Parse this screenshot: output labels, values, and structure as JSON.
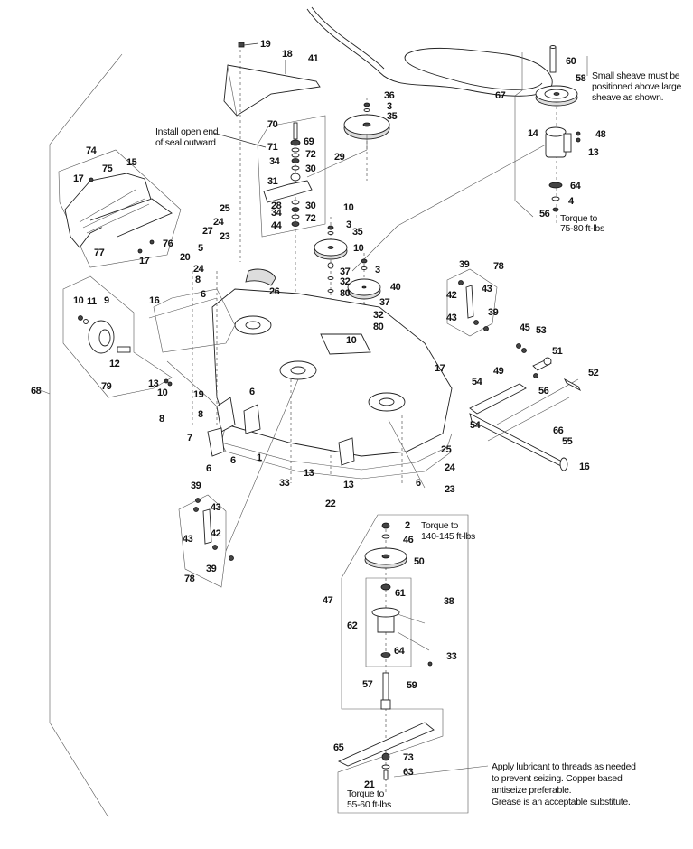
{
  "diagram": {
    "title": "Mower deck exploded parts diagram",
    "notes": {
      "seal": [
        "Install open end",
        "of seal outward"
      ],
      "small_sheave": [
        "Small sheave must be",
        "positioned above large",
        "sheave as shown."
      ],
      "torque_idler": [
        "Torque to",
        "75-80 ft-lbs"
      ],
      "torque_spindle": [
        "Torque to",
        "140-145 ft-lbs"
      ],
      "torque_blade": [
        "Torque to",
        "55-60 ft-lbs"
      ],
      "lubricant": [
        "Apply lubricant to threads as needed",
        "to prevent seizing.  Copper based",
        "antiseize preferable.",
        "Grease is an acceptable substitute."
      ]
    },
    "callouts": {
      "c19a": "19",
      "c18": "18",
      "c41": "41",
      "c36": "36",
      "c3a": "3",
      "c35a": "35",
      "c70": "70",
      "c69": "69",
      "c71": "71",
      "c72a": "72",
      "c34a": "34",
      "c30a": "30",
      "c29": "29",
      "c31": "31",
      "c28": "28",
      "c30b": "30",
      "c34b": "34",
      "c72b": "72",
      "c44": "44",
      "c74": "74",
      "c75": "75",
      "c15": "15",
      "c17a": "17",
      "c76": "76",
      "c77": "77",
      "c17b": "17",
      "c25a": "25",
      "c24a": "24",
      "c27": "27",
      "c23a": "23",
      "c5": "5",
      "c20": "20",
      "c24b": "24",
      "c8a": "8",
      "c6a": "6",
      "c26": "26",
      "c10a": "10",
      "c3b": "3",
      "c35b": "35",
      "c10b": "10",
      "c3c": "3",
      "c37a": "37",
      "c32a": "32",
      "c80a": "80",
      "c40": "40",
      "c37b": "37",
      "c32b": "32",
      "c80b": "80",
      "c10c": "10",
      "c60": "60",
      "c58": "58",
      "c67": "67",
      "c14": "14",
      "c48": "48",
      "c13a": "13",
      "c64a": "64",
      "c4": "4",
      "c56a": "56",
      "c39a": "39",
      "c78a": "78",
      "c42a": "42",
      "c43a": "43",
      "c43b": "43",
      "c39b": "39",
      "c45": "45",
      "c53": "53",
      "c51": "51",
      "c17c": "17",
      "c49": "49",
      "c52": "52",
      "c54a": "54",
      "c56b": "56",
      "c54b": "54",
      "c66": "66",
      "c55": "55",
      "c16a": "16",
      "c10d": "10",
      "c11": "11",
      "c9": "9",
      "c16b": "16",
      "c12": "12",
      "c13b": "13",
      "c10e": "10",
      "c79": "79",
      "c68": "68",
      "c19b": "19",
      "c8b": "8",
      "c8c": "8",
      "c6b": "6",
      "c7": "7",
      "c6c": "6",
      "c6d": "6",
      "c1": "1",
      "c33a": "33",
      "c13c": "13",
      "c13d": "13",
      "c22": "22",
      "c6e": "6",
      "c25b": "25",
      "c24c": "24",
      "c23b": "23",
      "c39c": "39",
      "c43c": "43",
      "c42b": "42",
      "c43d": "43",
      "c39d": "39",
      "c78b": "78",
      "c2": "2",
      "c46": "46",
      "c50": "50",
      "c47": "47",
      "c61": "61",
      "c38": "38",
      "c62": "62",
      "c64b": "64",
      "c33b": "33",
      "c57": "57",
      "c59": "59",
      "c65": "65",
      "c73": "73",
      "c21": "21",
      "c63": "63"
    }
  }
}
